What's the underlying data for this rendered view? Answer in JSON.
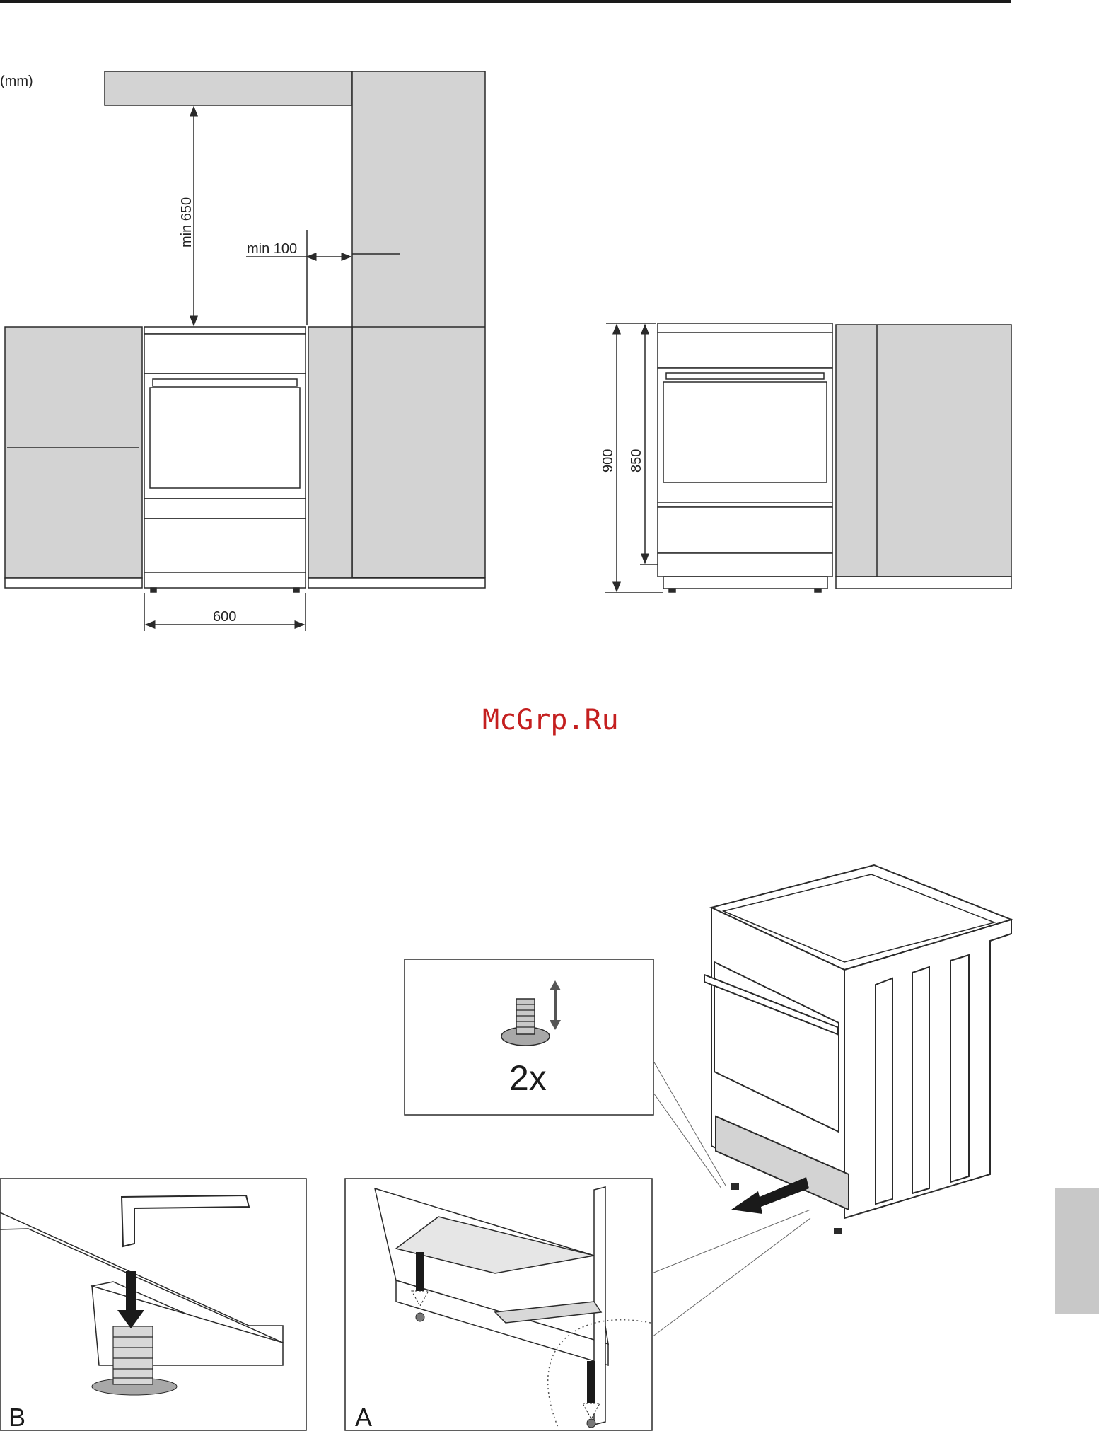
{
  "header": {
    "rule_color": "#1a1a1a"
  },
  "units_label": "(mm)",
  "top_left_figure": {
    "dim_height_clearance": "min 650",
    "dim_side_clearance": "min 100",
    "dim_width": "600"
  },
  "top_right_figure": {
    "dim_total_height": "900",
    "dim_body_height": "850"
  },
  "watermark": "McGrp.Ru",
  "bottom_figure": {
    "inset_quantity": "2x",
    "panel_b_letter": "B",
    "panel_a_letter": "A"
  },
  "side_tab": {
    "color": "#c8c8c8"
  },
  "colors": {
    "cabinet_fill": "#d3d3d3",
    "line": "#2a2a2a",
    "watermark": "#c41f1f"
  }
}
